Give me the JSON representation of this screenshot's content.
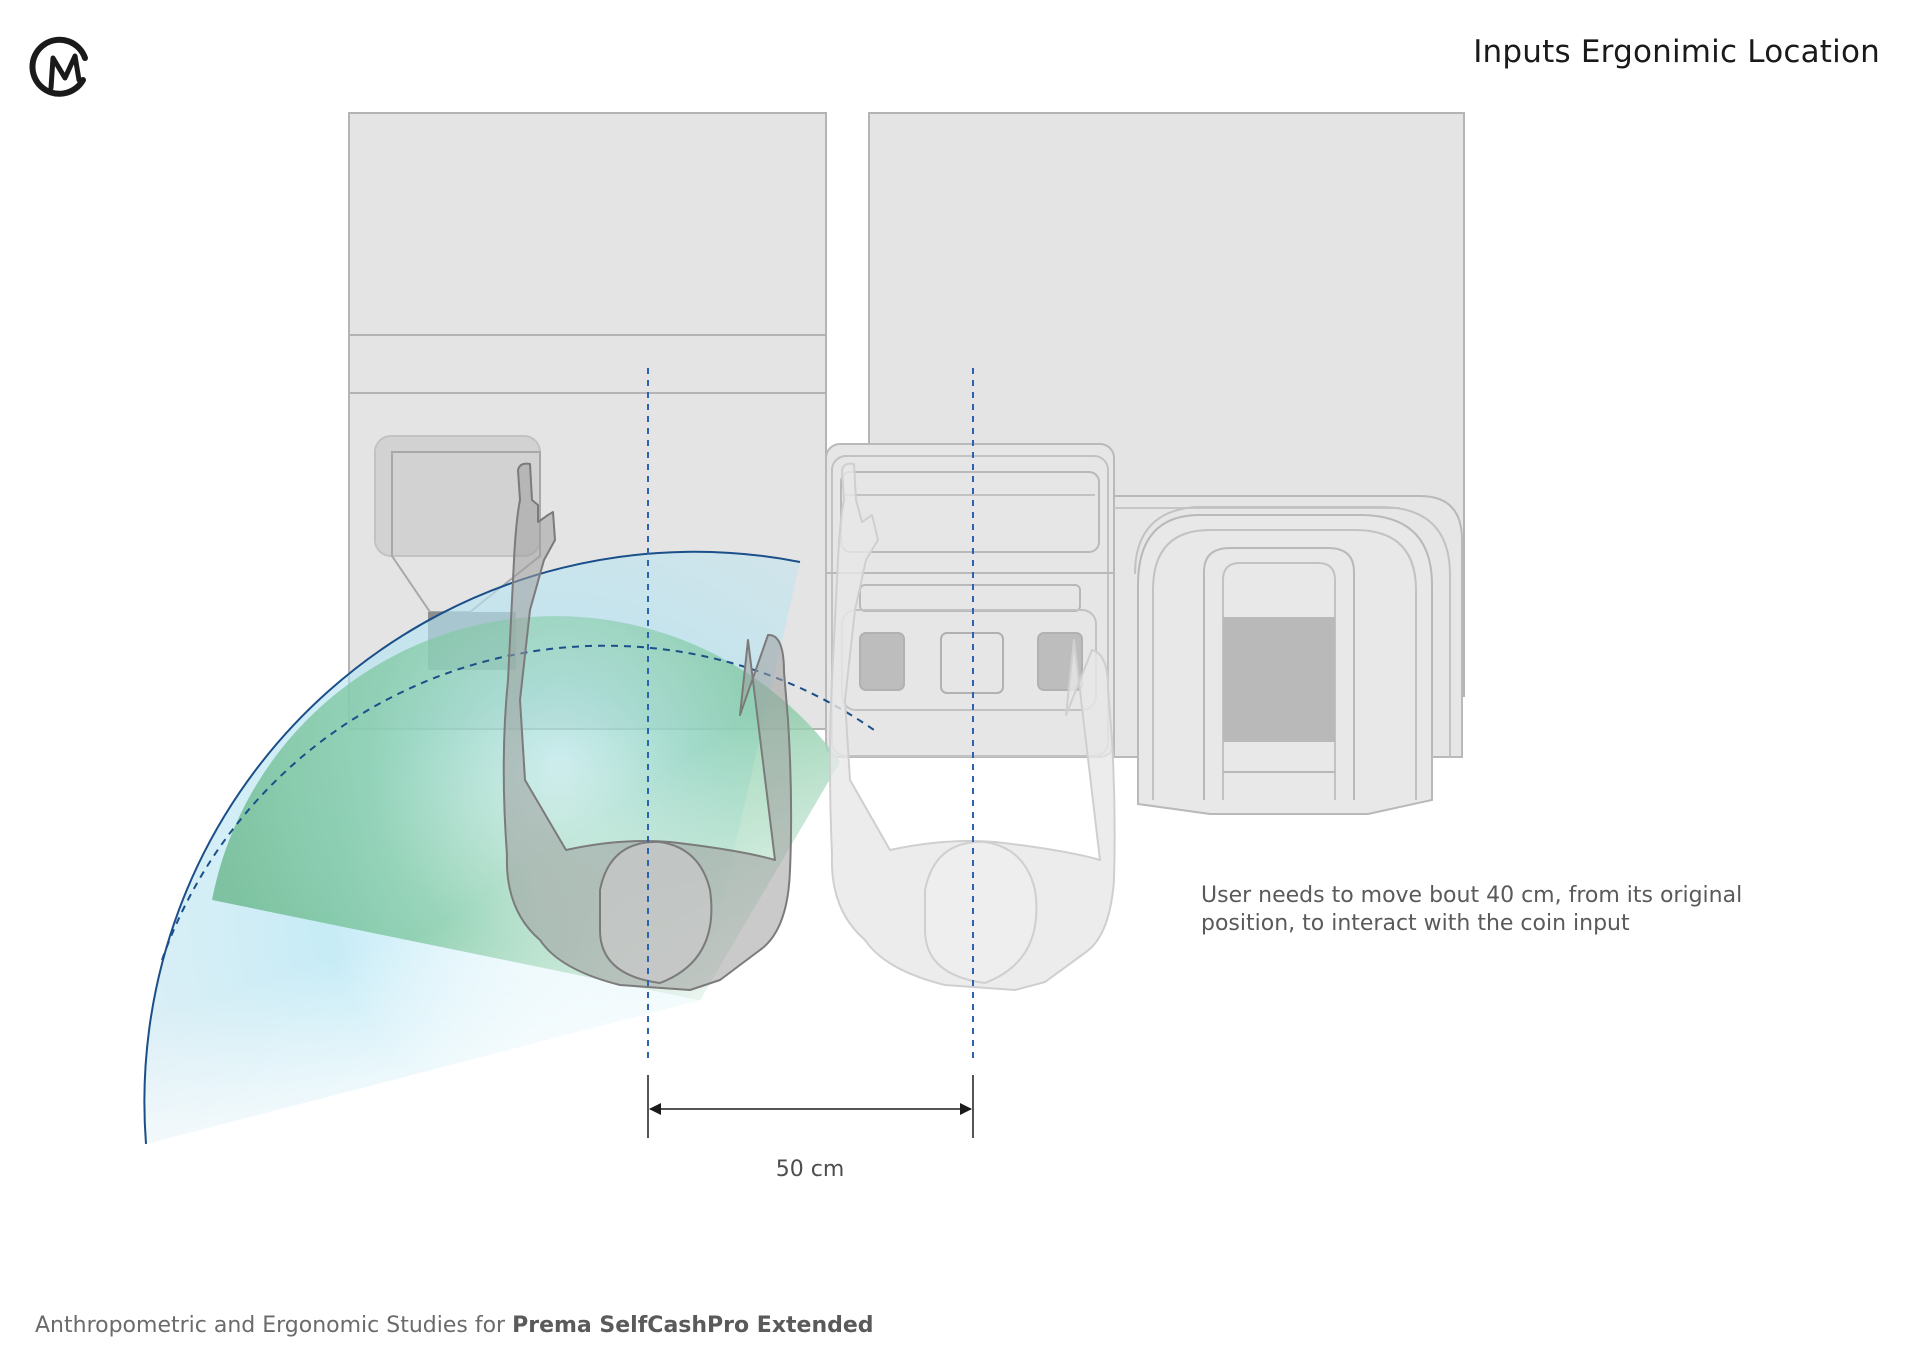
{
  "title": "Inputs Ergonimic Location",
  "logo_icon": "mc-monogram-logo",
  "note": {
    "line1": "User needs to move bout 40 cm, from its original",
    "line2": "position, to interact with the coin input"
  },
  "dimension": {
    "label": "50 cm"
  },
  "footer": {
    "prefix": "Anthropometric and Ergonomic Studies for ",
    "product": "Prema SelfCashPro Extended"
  },
  "colors": {
    "reach_outer_arc": "#1b4f8a",
    "reach_blue_zone": "#a9dff2",
    "reach_green_zone": "#6cc49a",
    "centerline": "#2a64b0",
    "machine_fill": "#e4e4e4",
    "machine_stroke": "#b4b4b4"
  }
}
